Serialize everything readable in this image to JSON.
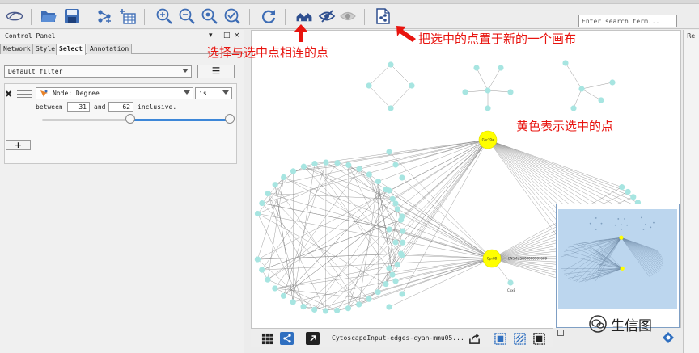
{
  "search": {
    "placeholder": "Enter search term..."
  },
  "control_panel": {
    "title": "Control Panel",
    "window_controls": [
      "▾",
      "□",
      "×"
    ],
    "tabs": [
      {
        "label": "Network",
        "active": false
      },
      {
        "label": "Style",
        "active": false
      },
      {
        "label": "Select",
        "active": true
      },
      {
        "label": "Annotation",
        "active": false
      }
    ],
    "filter_select": "Default filter",
    "menu_button": "☰",
    "condition": {
      "field": "Node: Degree",
      "operator": "is",
      "between_label": "between",
      "min": "31",
      "and_label": "and",
      "max": "62",
      "inclusive_label": "inclusive.",
      "range_low_fraction": 0.47,
      "range_high_fraction": 1.0
    },
    "add_button": "+"
  },
  "annotations": {
    "select_connected": "选择与选中点相连的点",
    "new_canvas": "把选中的点置于新的一个画布",
    "yellow_selected": "黄色表示选中的点"
  },
  "canvas": {
    "hub_nodes": [
      {
        "label": "Gpr39a"
      },
      {
        "label": "Gpr88"
      }
    ],
    "side_label": "ENSMUSG00000107689",
    "neighbor_label": "Cox8"
  },
  "bottom_bar": {
    "network_name": "CytoscapeInput-edges-cyan-mmu05..."
  },
  "right_panel": {
    "label": "Re"
  },
  "watermark": {
    "text": "生信图"
  },
  "colors": {
    "selected_node": "#ffff00",
    "node": "#a7e5e1",
    "annotation_red": "#e8140f",
    "slider_fill": "#3d87d8"
  }
}
